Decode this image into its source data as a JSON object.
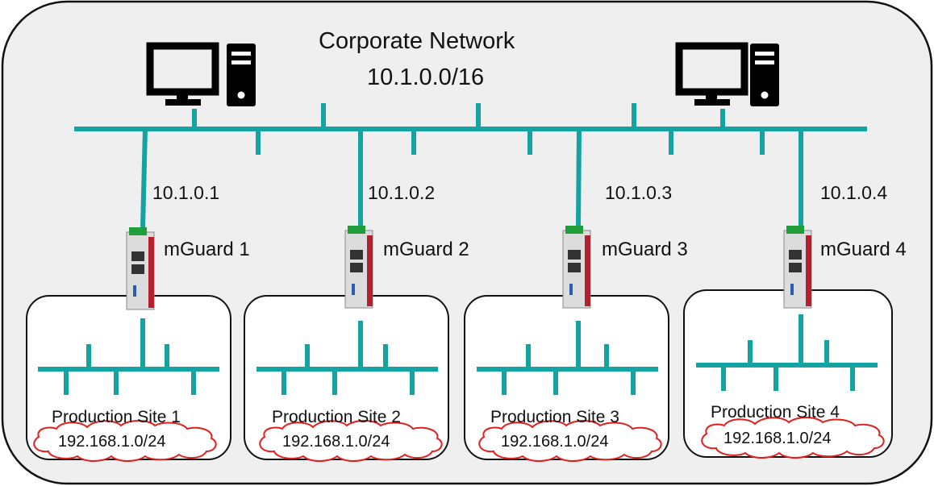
{
  "corporate": {
    "title": "Corporate Network",
    "subnet": "10.1.0.0/16"
  },
  "sites": [
    {
      "ip": "10.1.0.1",
      "guard": "mGuard 1",
      "site": "Production Site 1",
      "net": "192.168.1.0/24"
    },
    {
      "ip": "10.1.0.2",
      "guard": "mGuard 2",
      "site": "Production Site 2",
      "net": "192.168.1.0/24"
    },
    {
      "ip": "10.1.0.3",
      "guard": "mGuard 3",
      "site": "Production Site 3",
      "net": "192.168.1.0/24"
    },
    {
      "ip": "10.1.0.4",
      "guard": "mGuard 4",
      "site": "Production Site 4",
      "net": "192.168.1.0/24"
    }
  ],
  "colors": {
    "bus": "#13a3a3",
    "cloud": "#e0201f",
    "guard_accent": "#b5202c",
    "guard_top": "#1f9e3a",
    "border": "#111111"
  },
  "icons": [
    "computer-icon",
    "mguard-device-icon",
    "cloud-icon"
  ]
}
